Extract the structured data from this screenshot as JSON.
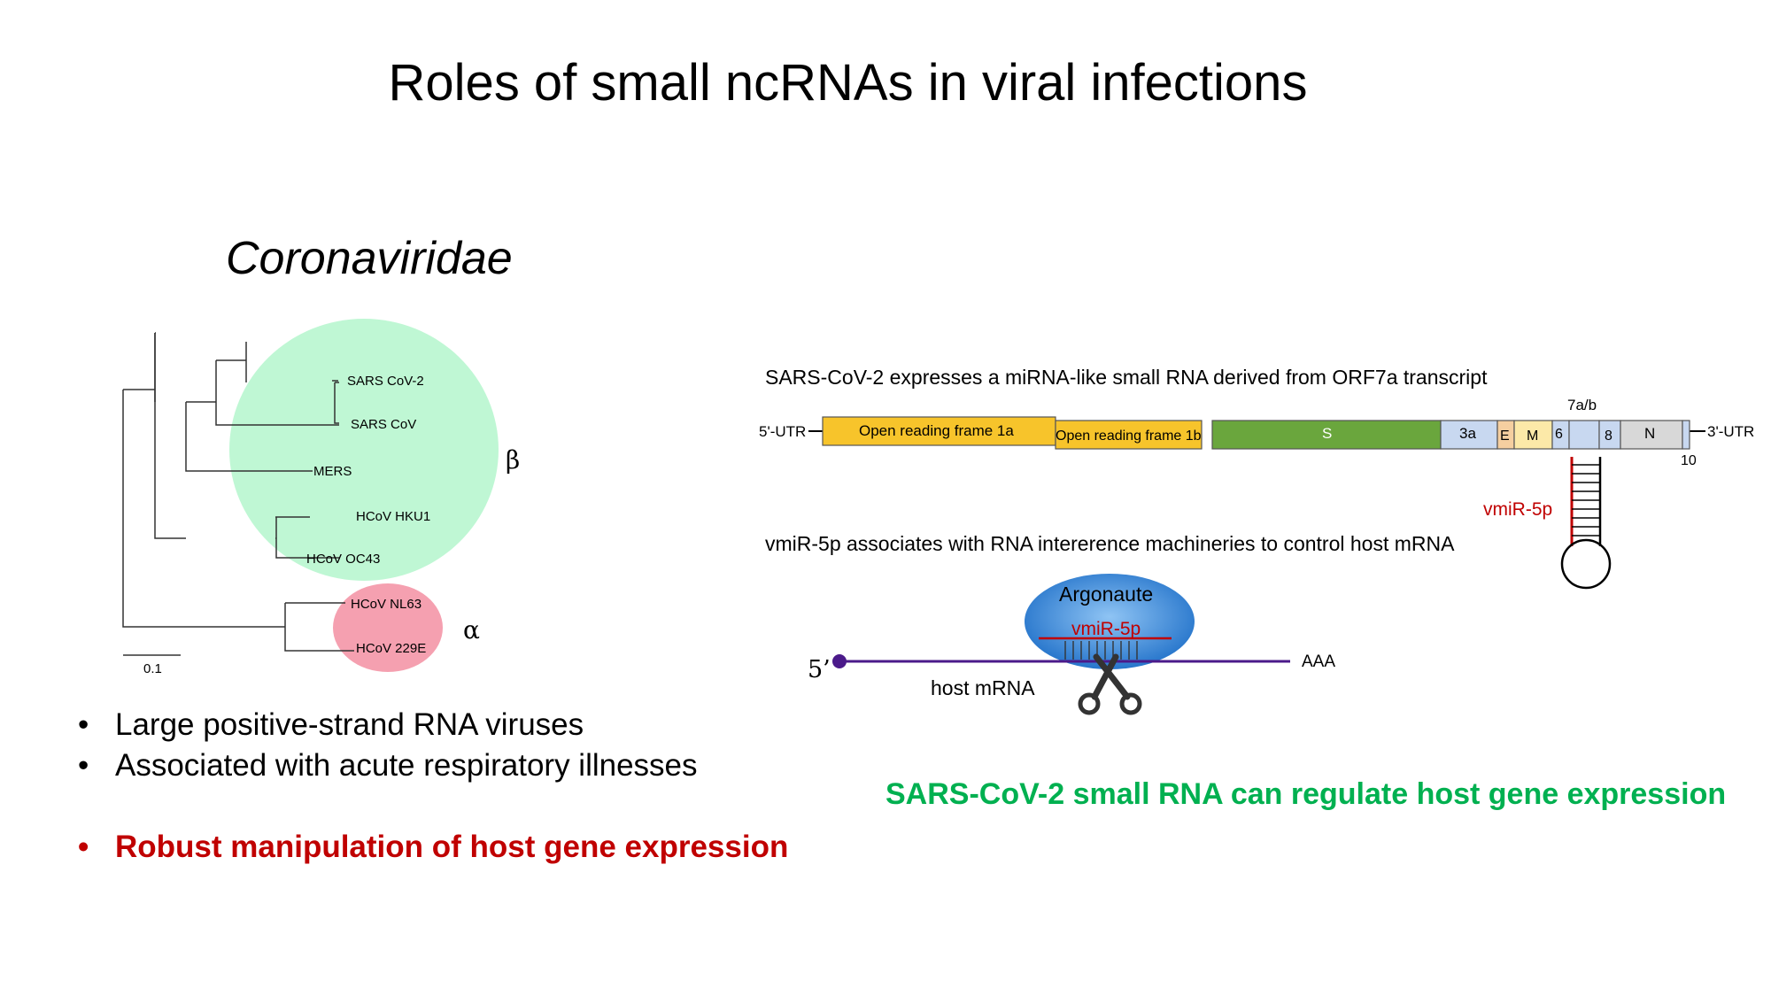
{
  "slide": {
    "title": "Roles of small ncRNAs in viral infections",
    "family_title": "Coronaviridae"
  },
  "tree": {
    "leaves": [
      "SARS CoV-2",
      "SARS CoV",
      "MERS",
      "HCoV HKU1",
      "HCoV OC43",
      "HCoV NL63",
      "HCoV 229E"
    ],
    "beta_label": "β",
    "alpha_label": "α",
    "scale_label": "0.1",
    "beta_color": "#bff7d4",
    "alpha_color": "#f5a0b0"
  },
  "bullets": [
    "Large positive-strand RNA viruses",
    "Associated with acute respiratory illnesses",
    "Robust manipulation of host gene expression"
  ],
  "genome": {
    "caption": "SARS-CoV-2 expresses a miRNA-like small RNA derived from ORF7a transcript",
    "utr5": "5'-UTR",
    "utr3": "3'-UTR",
    "orf1a": "Open reading frame 1a",
    "orf1b": "Open reading frame 1b",
    "s": "S",
    "g3a": "3a",
    "e": "E",
    "m": "M",
    "g6": "6",
    "g8": "8",
    "n": "N",
    "g7ab": "7a/b",
    "g10": "10",
    "vmir": "vmiR-5p"
  },
  "mechanism": {
    "caption": "vmiR-5p associates with RNA intererence machineries to control host mRNA",
    "argonaute": "Argonaute",
    "vmir": "vmiR-5p",
    "five_prime": "5’",
    "aaa": "AAA",
    "host_mrna": "host mRNA",
    "icon": "scissors-icon"
  },
  "conclusion": "SARS-CoV-2 small RNA can regulate host gene expression",
  "colors": {
    "orf": "#f7c42b",
    "spike": "#6aa63d",
    "accessory": "#c8d8f0",
    "e_gene": "#f5cfa0",
    "m_gene": "#fce9a8",
    "n_gene": "#d8d8d8",
    "red": "#c00000",
    "green": "#00b050",
    "argonaute": "#2e7fd0",
    "mrna": "#4b1a8a"
  }
}
